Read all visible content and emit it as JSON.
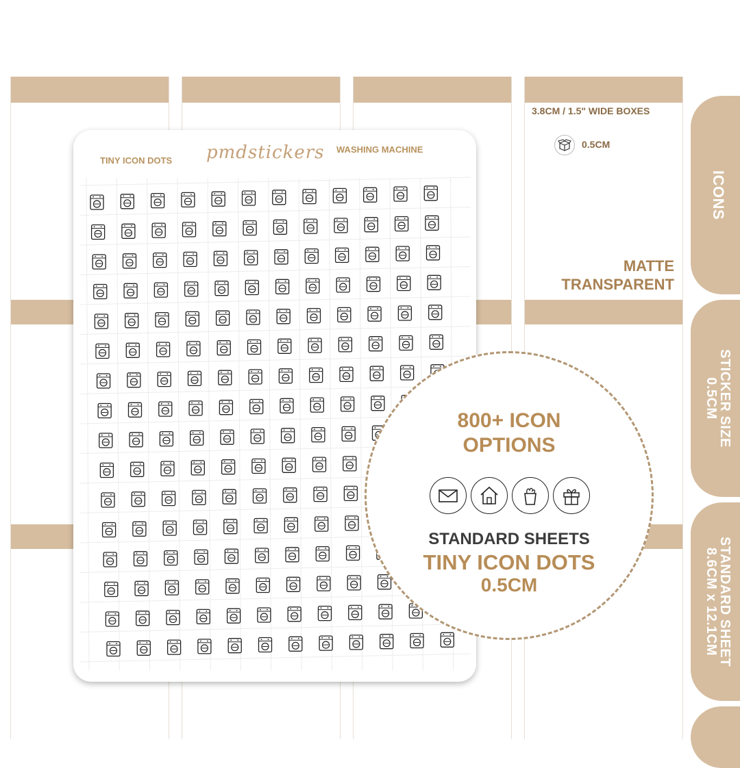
{
  "colors": {
    "tan": "#d6bd9f",
    "label": "#a98153",
    "text": "#3c3c3c"
  },
  "side_tabs": [
    {
      "id": "icons",
      "label": "ICONS"
    },
    {
      "id": "sticker-size",
      "line1": "STICKER SIZE",
      "line2": "0.5CM"
    },
    {
      "id": "standard-sheet",
      "line1": "STANDARD SHEET",
      "line2": "8.6CM x 12.1CM"
    }
  ],
  "info_box": {
    "title": "3.8CM / 1.5\" WIDE BOXES",
    "icon": "box-icon",
    "size": "0.5CM",
    "finish_1": "MATTE",
    "finish_2": "TRANSPARENT"
  },
  "sheet": {
    "left_title": "TINY ICON DOTS",
    "brand": "pmdstickers",
    "right_title": "WASHING MACHINE",
    "sticker_icon": "washing-machine-icon"
  },
  "badge": {
    "headline_1": "800+ ICON",
    "headline_2": "OPTIONS",
    "icons": [
      "envelope-icon",
      "house-icon",
      "grocery-bag-icon",
      "gift-icon"
    ],
    "line_1": "STANDARD SHEETS",
    "line_2": "TINY ICON DOTS",
    "line_3": "0.5CM"
  }
}
